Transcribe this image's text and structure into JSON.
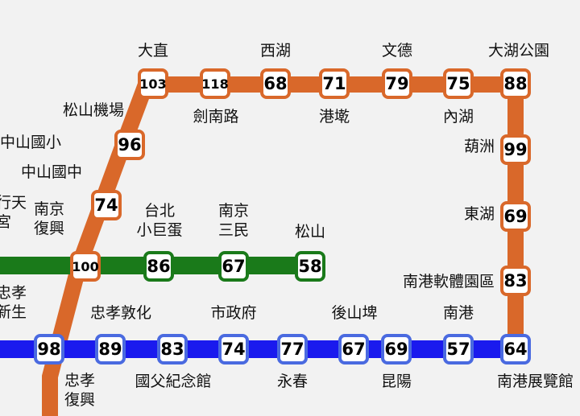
{
  "colors": {
    "brown_line": "#d9682a",
    "green_line": "#1a7a1a",
    "blue_line": "#1a1aee"
  },
  "stations": {
    "dazhi": "103",
    "jiannan": "118",
    "xihu": "68",
    "gangqian": "71",
    "wende": "79",
    "neihu": "75",
    "dahu": "88",
    "huzhou": "99",
    "donghu": "69",
    "nangang_sp": "83",
    "songshan_airport": "96",
    "zhongshan_jh": "74",
    "nanjing_fuxing": "100",
    "taipei_arena": "86",
    "nanjing_sanmin": "67",
    "songshan": "58",
    "zhongxiao_fuxing": "98",
    "zhongxiao_dunhua": "89",
    "sun_yatsen": "83",
    "city_hall": "74",
    "yongchun": "77",
    "houshanpi": "67",
    "kunyang": "69",
    "nangang": "57",
    "nangang_exhibition": "64"
  },
  "labels": {
    "dazhi": "大直",
    "xihu": "西湖",
    "wende": "文德",
    "dahu": "大湖公園",
    "jiannan": "劍南路",
    "gangqian": "港墘",
    "neihu": "內湖",
    "songshan_airport": "松山機場",
    "zhongshan_es": "中山國小",
    "zhongshan_jh": "中山國中",
    "xingtian": "行天\n宮",
    "nanjing_fuxing": "南京\n復興",
    "taipei_arena": "台北\n小巨蛋",
    "nanjing_sanmin": "南京\n三民",
    "songshan": "松山",
    "huzhou": "葫洲",
    "donghu": "東湖",
    "nangang_sp": "南港軟體園區",
    "zhongxiao_xinsheng": "忠孝\n新生",
    "zhongxiao_dunhua": "忠孝敦化",
    "city_hall": "市政府",
    "houshanpi": "後山埤",
    "nangang": "南港",
    "zhongxiao_fuxing": "忠孝\n復興",
    "sun_yatsen": "國父紀念館",
    "yongchun": "永春",
    "kunyang": "昆陽",
    "nangang_exhibition": "南港展覽館"
  }
}
